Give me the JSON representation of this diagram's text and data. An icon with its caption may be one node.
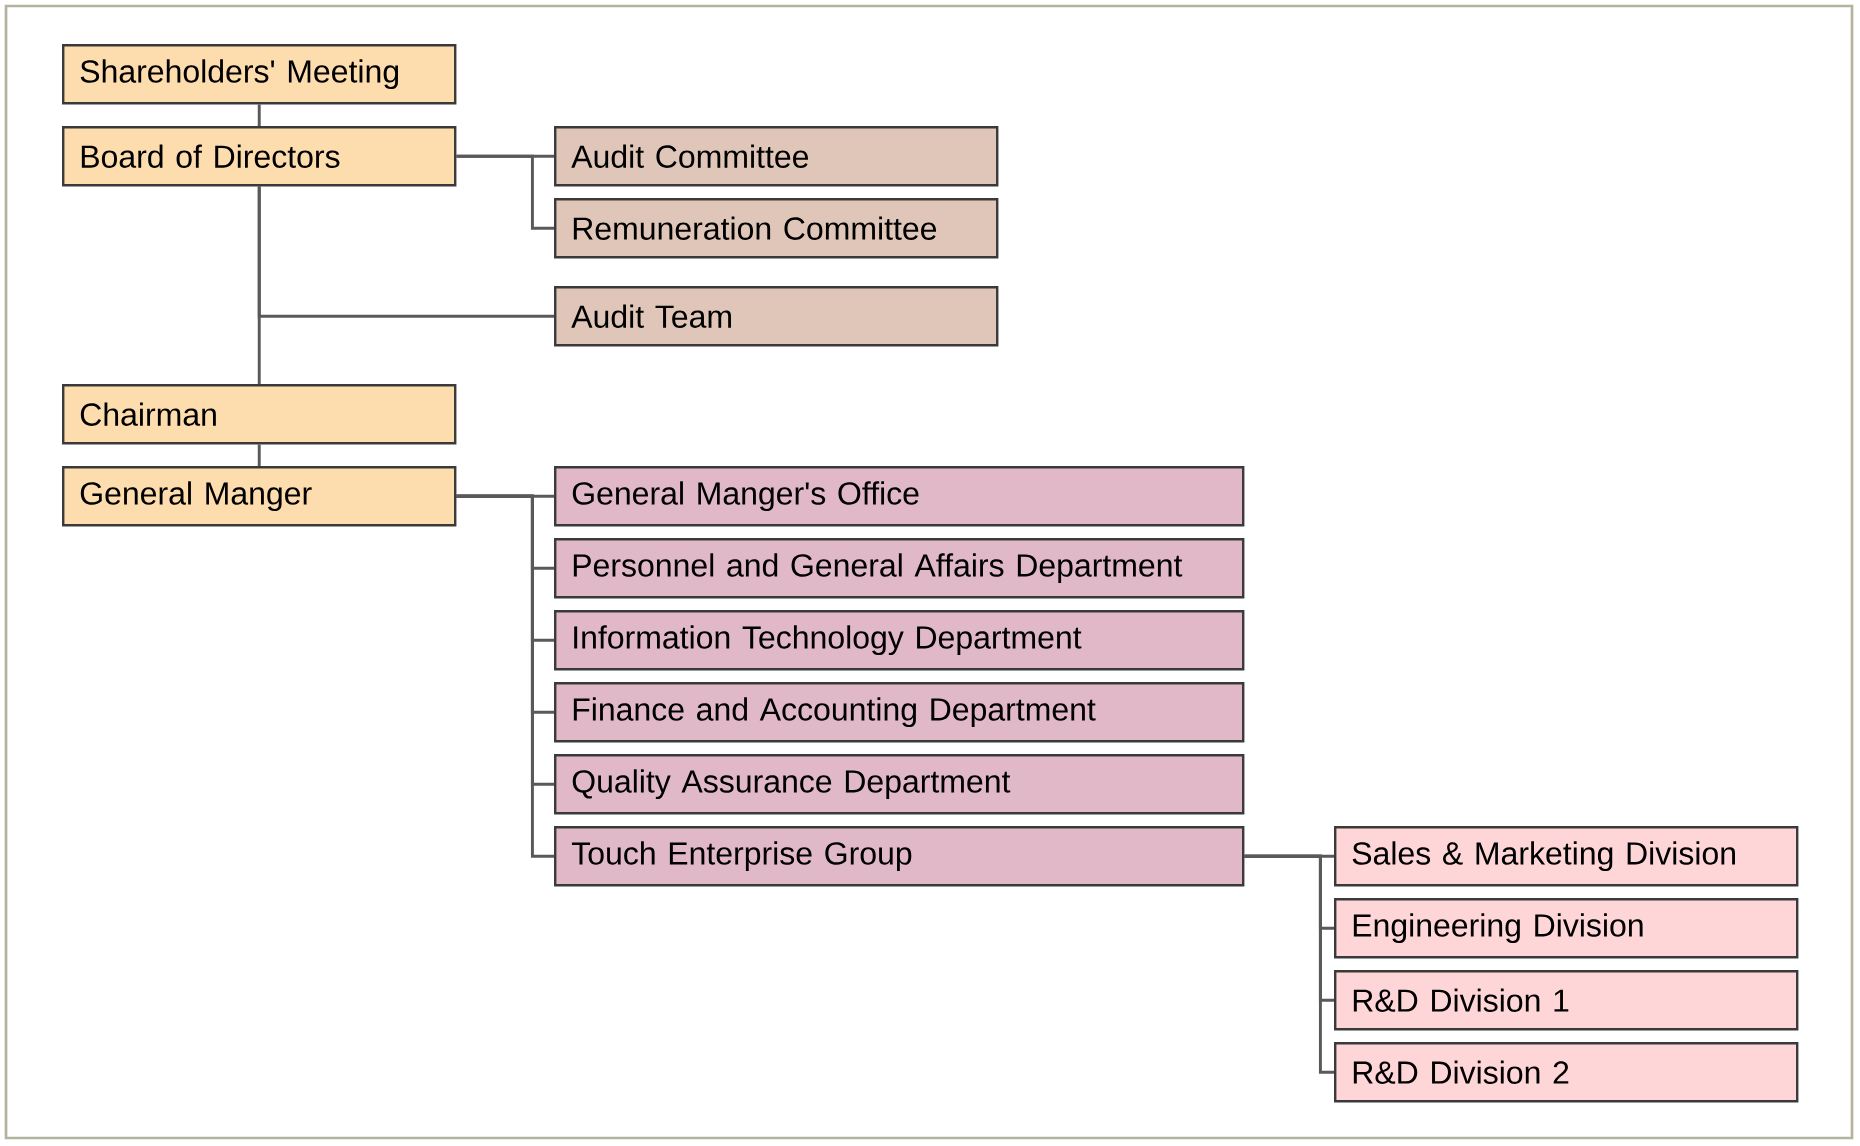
{
  "diagram": {
    "nodes": [
      {
        "text": [
          "Shareholders' Meeting"
        ]
      },
      {
        "text": [
          "Board of Directors"
        ]
      },
      {
        "text": [
          "Audit Committee"
        ]
      },
      {
        "text": [
          "Remuneration Committee"
        ]
      },
      {
        "text": [
          "Audit Team"
        ]
      },
      {
        "text": [
          "Chairman"
        ]
      },
      {
        "text": [
          "General Manger"
        ]
      },
      {
        "text": [
          "General Manger's Office"
        ]
      },
      {
        "text": [
          "Personnel and General Affairs Department"
        ]
      },
      {
        "text": [
          "Information Technology Department"
        ]
      },
      {
        "text": [
          "Finance and Accounting Department"
        ]
      },
      {
        "text": [
          "Quality Assurance Department"
        ]
      },
      {
        "text": [
          "Touch Enterprise Group"
        ]
      },
      {
        "text": [
          "Sales & Marketing Division"
        ]
      },
      {
        "text": [
          "Engineering Division"
        ]
      },
      {
        "text": [
          "R&D Division 1"
        ]
      },
      {
        "text": [
          "R&D Division 2"
        ]
      }
    ],
    "edges": [
      {
        "from": 0,
        "to": 1,
        "arrow": "none"
      },
      {
        "from": 1,
        "to": 2,
        "arrow": "none"
      },
      {
        "from": 1,
        "to": 3,
        "arrow": "none"
      },
      {
        "from": 1,
        "to": 4,
        "arrow": "none"
      },
      {
        "from": 1,
        "to": 5,
        "arrow": "none"
      },
      {
        "from": 5,
        "to": 6,
        "arrow": "none"
      },
      {
        "from": 6,
        "to": 7,
        "arrow": "none"
      },
      {
        "from": 6,
        "to": 8,
        "arrow": "none"
      },
      {
        "from": 6,
        "to": 9,
        "arrow": "none"
      },
      {
        "from": 6,
        "to": 10,
        "arrow": "none"
      },
      {
        "from": 6,
        "to": 11,
        "arrow": "none"
      },
      {
        "from": 6,
        "to": 12,
        "arrow": "none"
      },
      {
        "from": 12,
        "to": 13,
        "arrow": "none"
      },
      {
        "from": 12,
        "to": 14,
        "arrow": "none"
      },
      {
        "from": 12,
        "to": 15,
        "arrow": "none"
      },
      {
        "from": 12,
        "to": 16,
        "arrow": "none"
      }
    ]
  }
}
